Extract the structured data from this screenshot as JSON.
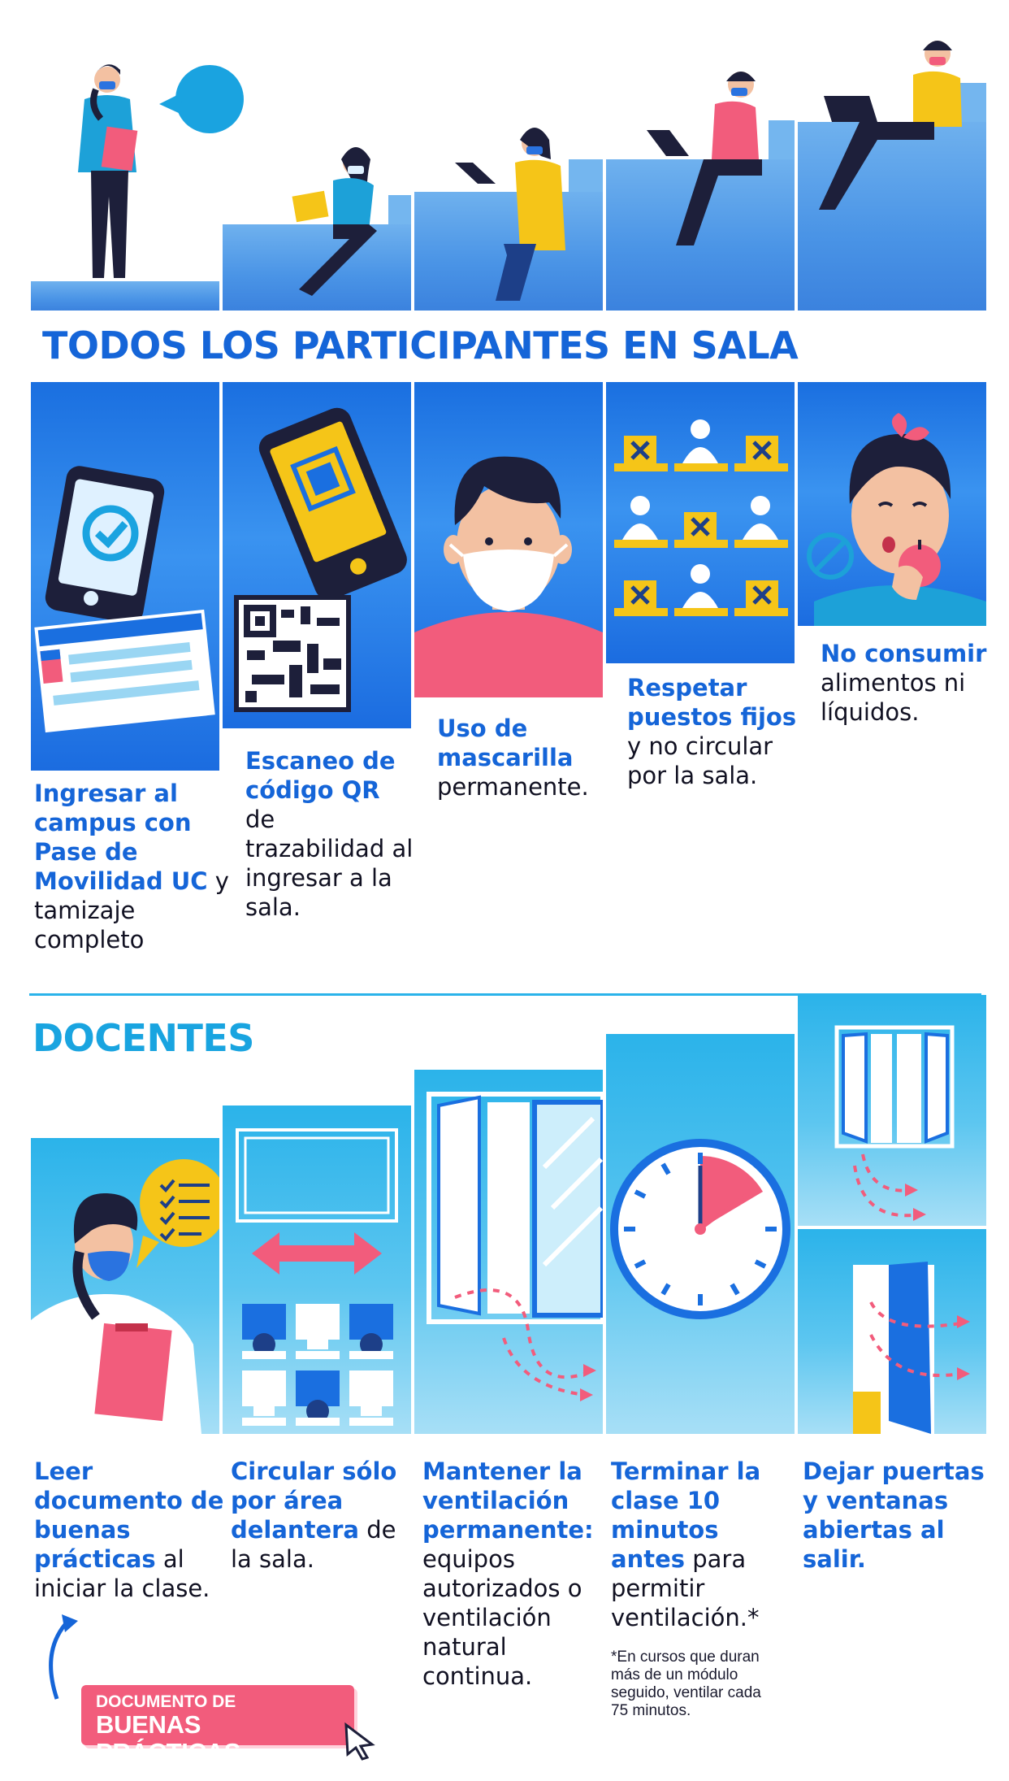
{
  "participants": {
    "title": "TODOS LOS PARTICIPANTES EN SALA",
    "items": [
      {
        "bold": "Ingresar al campus con Pase de Movilidad UC",
        "rest": " y tamizaje completo"
      },
      {
        "bold": "Escaneo de código QR",
        "rest": " de trazabilidad al ingresar a la sala."
      },
      {
        "bold": "Uso de mascarilla",
        "rest": " permanente."
      },
      {
        "bold": "Respetar puestos fijos",
        "rest": " y no circular por la sala."
      },
      {
        "bold": "No consumir",
        "rest": " alimentos ni líquidos."
      }
    ]
  },
  "docentes": {
    "title": "DOCENTES",
    "items": [
      {
        "bold": "Leer documento de buenas prácticas",
        "rest": " al iniciar la clase."
      },
      {
        "bold": "Circular sólo por área delantera",
        "rest": " de la sala."
      },
      {
        "bold": "Mantener la ventilación permanente:",
        "rest": " equipos autorizados o ventilación natural continua."
      },
      {
        "bold": "Terminar la clase 10 minutos antes",
        "rest": " para permitir ventilación.*"
      },
      {
        "bold": "Dejar puertas y ventanas abiertas al salir.",
        "rest": ""
      }
    ],
    "footnote": "*En cursos que duran más de un módulo seguido, ventilar cada 75 minutos.",
    "button": {
      "line1": "DOCUMENTO DE",
      "line2": "BUENAS PRÁCTICAS"
    }
  },
  "colors": {
    "primary_blue": "#1565d8",
    "cyan": "#19a4e0",
    "pink": "#f25c7c",
    "yellow": "#f5c518"
  },
  "icons": [
    "teacher-figure",
    "speech-bubble",
    "student-laptop",
    "mobile-pass-icon",
    "id-card-icon",
    "qr-code-icon",
    "phone-scan-icon",
    "mask-face-icon",
    "seating-grid-icon",
    "no-food-icon",
    "checklist-bubble-icon",
    "classroom-layout-icon",
    "window-icon",
    "clock-icon",
    "door-icon",
    "cursor-icon"
  ]
}
